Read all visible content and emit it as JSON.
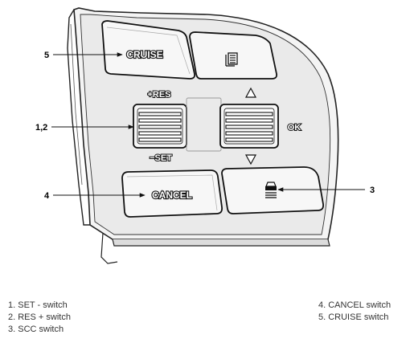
{
  "diagram": {
    "buttons": {
      "cruise": "CRUISE",
      "cancel": "CANCEL",
      "res": "+RES",
      "set": "−SET",
      "ok": "OK"
    },
    "icons": {
      "mode": "list-icon",
      "scc": "car-distance-icon",
      "up": "triangle-up-icon",
      "down": "triangle-down-icon"
    },
    "callouts": {
      "c5": "5",
      "c12": "1,2",
      "c4": "4",
      "c3": "3"
    }
  },
  "legend": {
    "left": [
      "1. SET - switch",
      "2. RES + switch",
      "3. SCC switch"
    ],
    "right": [
      "4. CANCEL switch",
      "5. CRUISE switch"
    ]
  }
}
